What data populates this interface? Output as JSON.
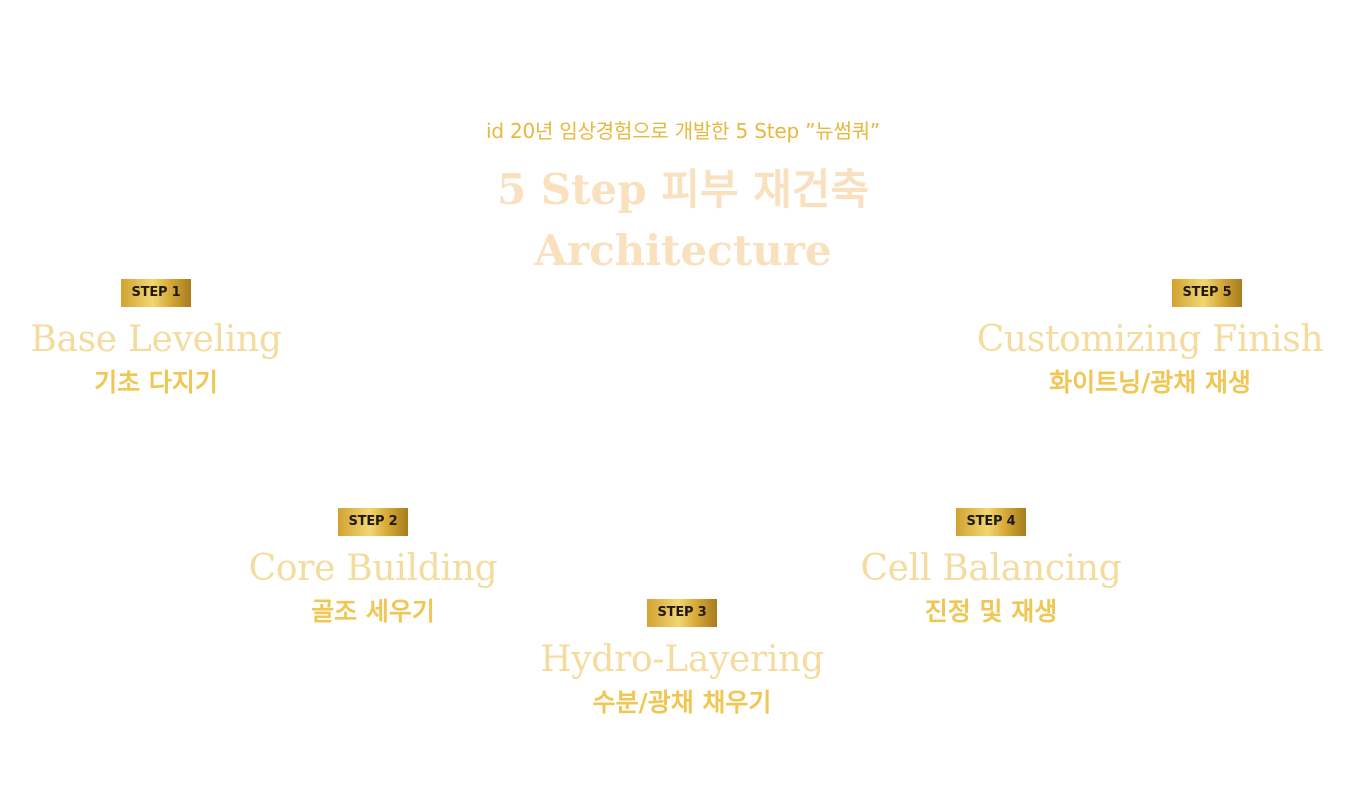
{
  "header": {
    "intro": "id 20년 임상경험으로 개발한 5 Step ”뉴썸쿼”",
    "title_line1": "5 Step 피부 재건축",
    "title_line2": "Architecture"
  },
  "steps": [
    {
      "badge": "STEP 1",
      "title": "Base Leveling",
      "subtitle": "기초 다지기"
    },
    {
      "badge": "STEP 2",
      "title": "Core Building",
      "subtitle": "골조 세우기"
    },
    {
      "badge": "STEP 3",
      "title": "Hydro-Layering",
      "subtitle": "수분/광채 채우기"
    },
    {
      "badge": "STEP 4",
      "title": "Cell Balancing",
      "subtitle": "진정 및 재생"
    },
    {
      "badge": "STEP 5",
      "title": "Customizing Finish",
      "subtitle": "화이트닝/광채 재생"
    }
  ],
  "colors": {
    "accent_gold": "#e6b93e",
    "title_cream": "#f9e1c0",
    "step_title": "#f4dc9e",
    "step_subtitle": "#f0c755",
    "badge_text": "#1f1a10"
  }
}
